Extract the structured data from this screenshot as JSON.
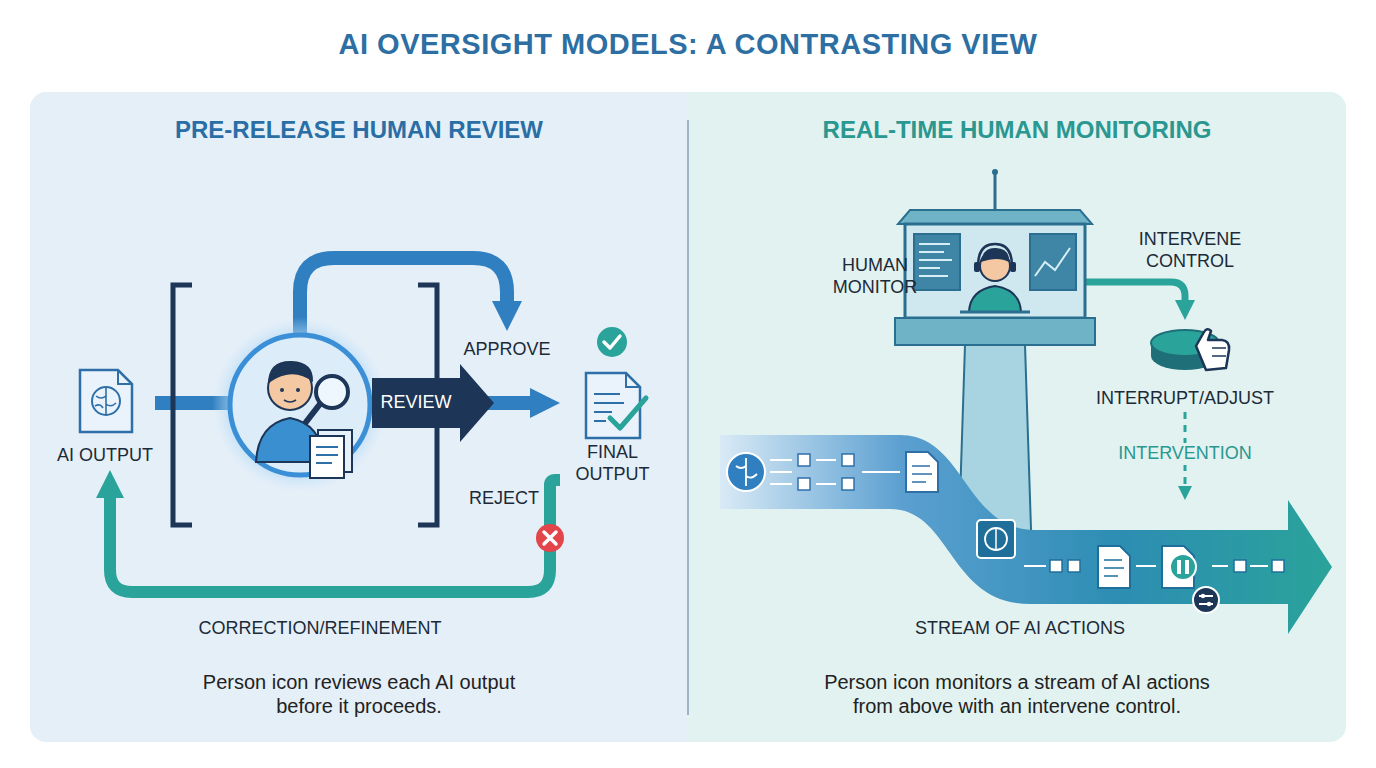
{
  "diagram": {
    "title": "AI OVERSIGHT MODELS: A CONTRASTING VIEW",
    "nodes": [
      {
        "text": [
          "PRE-RELEASE HUMAN REVIEW",
          "Person icon reviews each AI output before it proceeds."
        ]
      },
      {
        "text": [
          "REAL-TIME HUMAN MONITORING",
          "Person icon monitors a stream of AI actions from above with an intervene control."
        ]
      },
      {
        "text": [
          "AI OUTPUT"
        ],
        "in": 0
      },
      {
        "text": [
          "FINAL OUTPUT"
        ],
        "in": 0
      },
      {
        "text": [
          "HUMAN MONITOR"
        ],
        "in": 1
      },
      {
        "text": [
          "INTERRUPT/ADJUST"
        ],
        "in": 1
      },
      {
        "text": [
          "STREAM OF AI ACTIONS"
        ],
        "in": 1
      }
    ],
    "edges": [
      {
        "from": 2,
        "to": 3,
        "label": "REVIEW",
        "arrow": "to"
      },
      {
        "from": 3,
        "to": 2,
        "label": "CORRECTION/REFINEMENT",
        "arrow": "to"
      },
      {
        "from": 4,
        "to": 5,
        "label": "INTERVENE CONTROL",
        "arrow": "to"
      },
      {
        "from": 5,
        "to": 6,
        "label": "INTERVENTION",
        "arrow": "to"
      }
    ],
    "labels": [
      "APPROVE",
      "REJECT"
    ]
  }
}
